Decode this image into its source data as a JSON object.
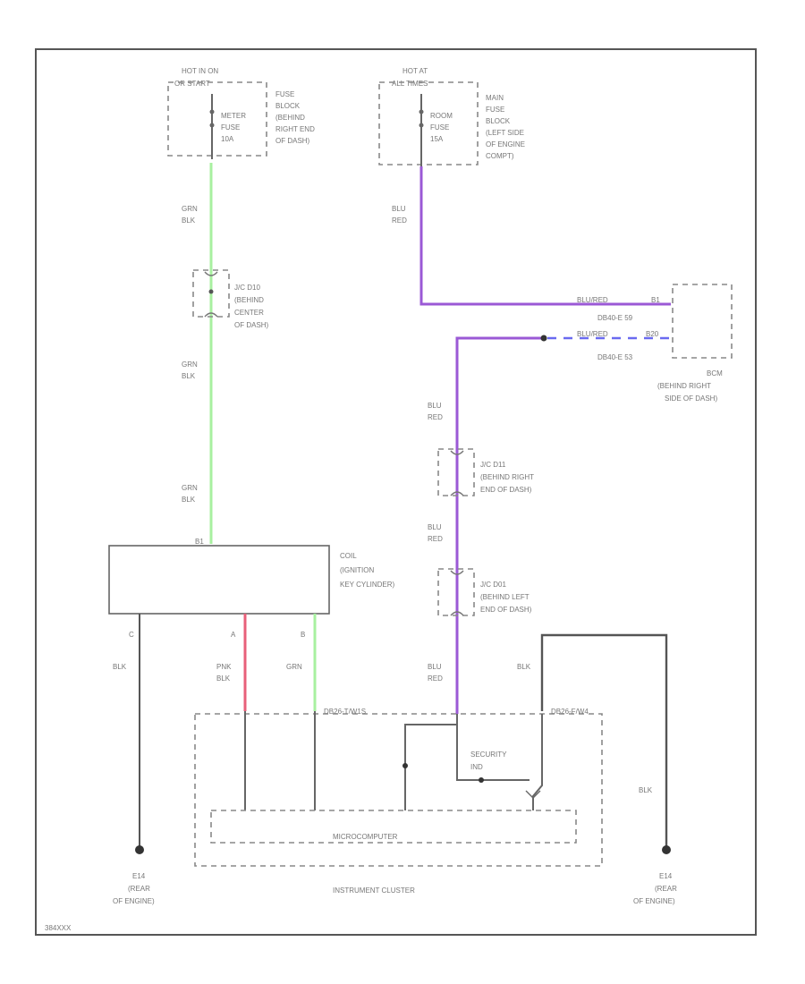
{
  "colors": {
    "green_wire": "#a8f0a0",
    "purple_wire": "#9b59d6",
    "red_wire": "#e8607a",
    "blue_wire": "#6a6af0",
    "black_wire": "#555555",
    "frame": "#555555"
  },
  "fuse_left": {
    "supply": [
      "HOT IN ON",
      "OR START"
    ],
    "fuse": [
      "METER",
      "FUSE",
      "10A"
    ],
    "location": [
      "FUSE",
      "BLOCK",
      "(BEHIND",
      "RIGHT END",
      "OF DASH)"
    ]
  },
  "fuse_right": {
    "supply": [
      "HOT AT",
      "ALL TIMES"
    ],
    "fuse": [
      "ROOM",
      "FUSE",
      "15A"
    ],
    "location": [
      "MAIN",
      "FUSE",
      "BLOCK",
      "(LEFT SIDE",
      "OF ENGINE",
      "COMPT)"
    ]
  },
  "wires": {
    "grn_blk_1": [
      "GRN",
      "BLK"
    ],
    "grn_blk_2": [
      "GRN",
      "BLK"
    ],
    "grn_blk_3": [
      "GRN",
      "BLK"
    ],
    "blu_red_top": [
      "BLU",
      "RED"
    ],
    "blu_red_1": [
      "BLU",
      "RED"
    ],
    "blu_red_2": [
      "BLU",
      "RED"
    ],
    "blu_red_3": [
      "BLU",
      "RED"
    ],
    "blk_left": "BLK",
    "pnk_blk": [
      "PNK",
      "BLK"
    ],
    "grn_mid": "GRN",
    "blk_right_top": "BLK",
    "blk_right_bottom": "BLK"
  },
  "jc_d10": [
    "J/C D10",
    "(BEHIND",
    "CENTER",
    "OF DASH)"
  ],
  "jc_d11": [
    "J/C D11",
    "(BEHIND RIGHT",
    "END OF DASH)"
  ],
  "jc_d01": [
    "J/C D01",
    "(BEHIND LEFT",
    "END OF DASH)"
  ],
  "bcm": {
    "wire_top": "BLU/RED",
    "wire_bottom": "BLU/RED",
    "pin_top": "B1",
    "pin_bottom": "B20",
    "conn_top": "DB40-E 59",
    "conn_bottom": "DB40-E 53",
    "label": [
      "BCM",
      "(BEHIND RIGHT",
      "SIDE OF DASH)"
    ]
  },
  "coil": {
    "label": [
      "COIL",
      "(IGNITION",
      "KEY CYLINDER)"
    ],
    "pin_top": "B1",
    "pin_c": "C",
    "pin_a": "A",
    "pin_b": "B"
  },
  "cluster": {
    "conn_left": "DB26-T/W1S",
    "conn_right": "DB26-F/W4",
    "led": [
      "SECURITY",
      "IND"
    ],
    "micro": "MICROCOMPUTER",
    "label": "INSTRUMENT CLUSTER"
  },
  "ground_left": [
    "E14",
    "(REAR",
    "OF ENGINE)"
  ],
  "ground_right": [
    "E14",
    "(REAR",
    "OF ENGINE)"
  ],
  "figure_id": "384XXX"
}
